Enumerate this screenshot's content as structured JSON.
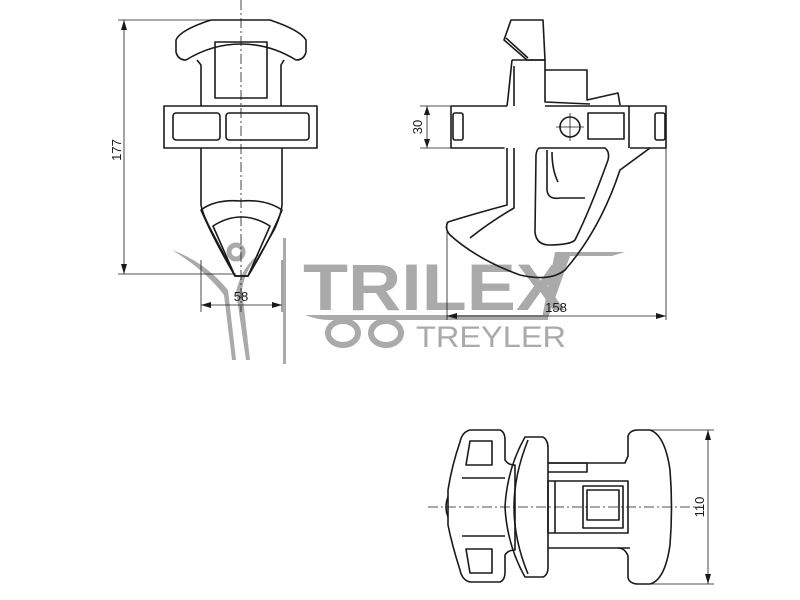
{
  "drawing": {
    "views": [
      "front-view",
      "side-view",
      "top-view"
    ],
    "dimensions": {
      "height": "177",
      "front_width": "58",
      "bar_height": "30",
      "side_width": "158",
      "top_height": "110"
    }
  },
  "watermark": {
    "brand": "TRILEX",
    "sub": "TREYLER",
    "color": "#a6a6a6"
  }
}
